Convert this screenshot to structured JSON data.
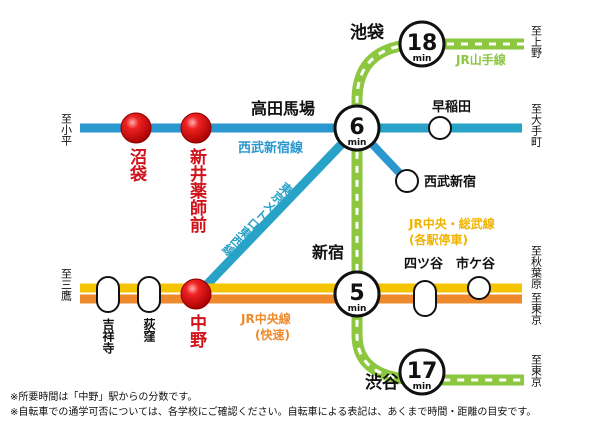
{
  "lines": {
    "seibu_shinjuku": {
      "name": "西武新宿線",
      "color": "#2a97cf"
    },
    "tozai": {
      "name": "東京メトロ東西線",
      "color": "#29a2c7"
    },
    "yamanote": {
      "name": "JR山手線",
      "color": "#8dc63f"
    },
    "sobu": {
      "name": "JR中央・総武線",
      "sub": "(各駅停車)",
      "color": "#f5c400"
    },
    "chuo": {
      "name": "JR中央線",
      "sub": "(快速)",
      "color": "#ee8a2c"
    }
  },
  "stations": {
    "ikebukuro": "池袋",
    "takadanobaba": "高田馬場",
    "waseda": "早稲田",
    "seibushinjuku": "西武新宿",
    "shinjuku": "新宿",
    "yotsuya": "四ツ谷",
    "ichigaya": "市ケ谷",
    "shibuya": "渋谷",
    "numabukuro": "沼袋",
    "araiyakushimae": "新井薬師前",
    "nakano": "中野",
    "kichijoji": "吉祥寺",
    "ogikubo": "荻窪"
  },
  "directions": {
    "kodaira": "至小平",
    "ueno": "至上野",
    "otemachi": "至大手町",
    "akihabara": "至秋葉原",
    "tokyo_chuo": "至東京",
    "mitaka": "至三鷹",
    "tokyo_shibuya": "至東京"
  },
  "times": {
    "ikebukuro": {
      "value": "18",
      "unit": "min"
    },
    "takadanobaba": {
      "value": "6",
      "unit": "min"
    },
    "shinjuku": {
      "value": "5",
      "unit": "min"
    },
    "shibuya": {
      "value": "17",
      "unit": "min"
    }
  },
  "notes": [
    "※所要時間は「中野」駅からの分数です。",
    "※自転車での通学可否については、各学校にご確認ください。自転車による表記は、あくまで時間・距離の目安です。"
  ]
}
